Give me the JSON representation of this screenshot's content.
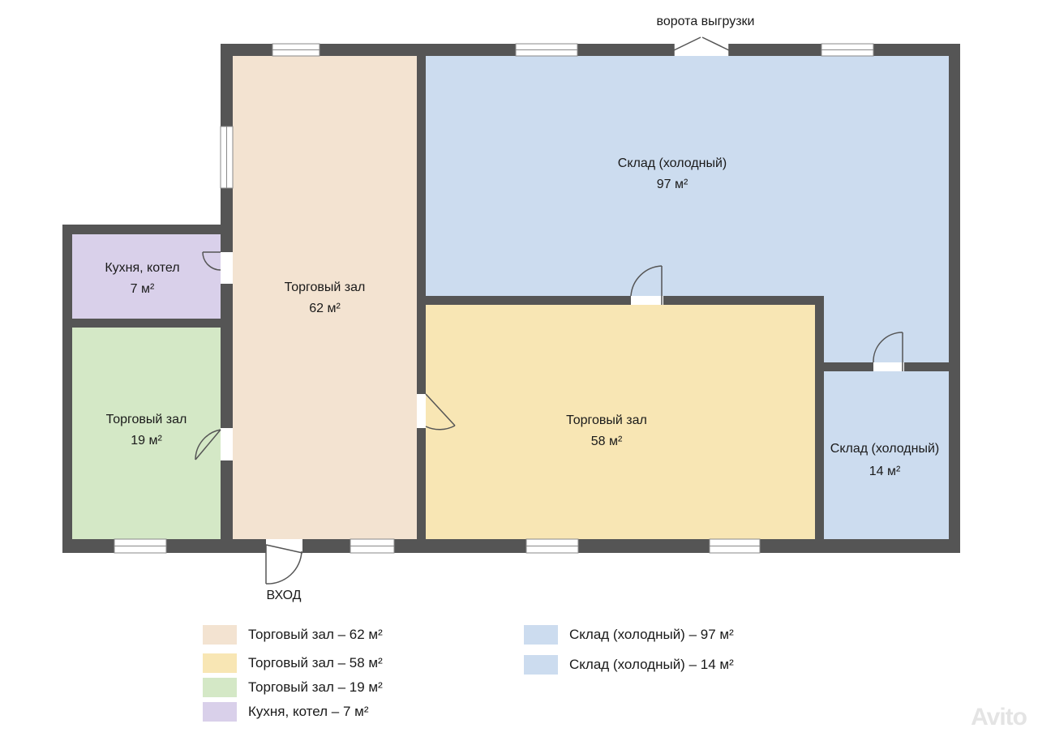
{
  "plan": {
    "gate_label": "ворота выгрузки",
    "entrance_label": "ВХОД",
    "rooms": [
      {
        "name": "Кухня, котел",
        "area": "7 м²",
        "color": "#d9d0ea"
      },
      {
        "name": "Торговый зал",
        "area": "19 м²",
        "color": "#d4e8c6"
      },
      {
        "name": "Торговый зал",
        "area": "62 м²",
        "color": "#f3e3d1"
      },
      {
        "name": "Склад (холодный)",
        "area": "97 м²",
        "color": "#ccdcef"
      },
      {
        "name": "Торговый зал",
        "area": "58 м²",
        "color": "#f8e6b4"
      },
      {
        "name": "Склад (холодный)",
        "area": "14 м²",
        "color": "#ccdcef"
      }
    ]
  },
  "legend": [
    {
      "text": "Торговый зал – 62 м²",
      "color": "#f3e3d1"
    },
    {
      "text": "Торговый зал – 58 м²",
      "color": "#f8e6b4"
    },
    {
      "text": "Торговый зал – 19 м²",
      "color": "#d4e8c6"
    },
    {
      "text": "Кухня, котел – 7 м²",
      "color": "#d9d0ea"
    },
    {
      "text": "Склад (холодный) – 97 м²",
      "color": "#ccdcef"
    },
    {
      "text": "Склад (холодный) – 14 м²",
      "color": "#ccdcef"
    }
  ],
  "watermark": "Avito"
}
